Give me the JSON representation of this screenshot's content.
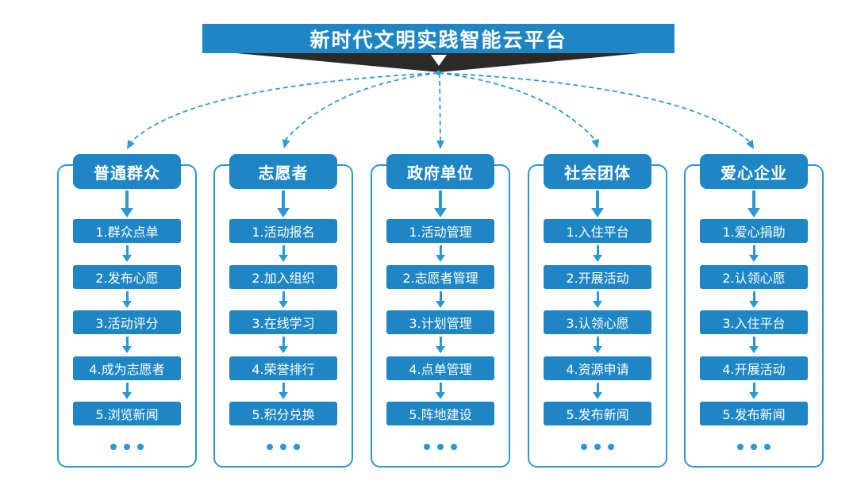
{
  "theme": {
    "bg": "#FFFFFF",
    "accent": "#1E86C4",
    "accent-border": "#2B97D4",
    "connector": "#2E9AD6",
    "dark": "#2B2A28",
    "text-on-accent": "#FFFFFF"
  },
  "title": "新时代文明实践智能云平台",
  "columns": [
    {
      "header": "普通群众",
      "items": [
        "1.群众点单",
        "2.发布心愿",
        "3.活动评分",
        "4.成为志愿者",
        "5.浏览新闻"
      ],
      "more": "..."
    },
    {
      "header": "志愿者",
      "items": [
        "1.活动报名",
        "2.加入组织",
        "3.在线学习",
        "4.荣誉排行",
        "5.积分兑换"
      ],
      "more": "..."
    },
    {
      "header": "政府单位",
      "items": [
        "1.活动管理",
        "2.志愿者管理",
        "3.计划管理",
        "4.点单管理",
        "5.阵地建设"
      ],
      "more": "..."
    },
    {
      "header": "社会团体",
      "items": [
        "1.入住平台",
        "2.开展活动",
        "3.认领心愿",
        "4.资源申请",
        "5.发布新闻"
      ],
      "more": "..."
    },
    {
      "header": "爱心企业",
      "items": [
        "1.爱心捐助",
        "2.认领心愿",
        "3.入住平台",
        "4.开展活动",
        "5.发布新闻"
      ],
      "more": "..."
    }
  ]
}
